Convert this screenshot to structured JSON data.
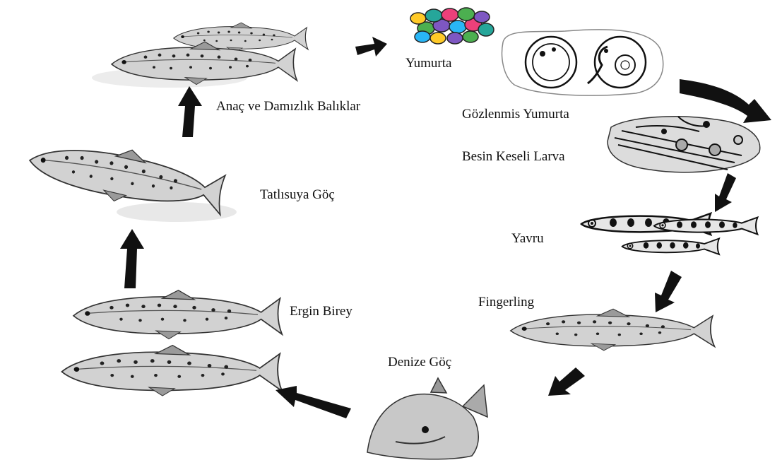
{
  "stages": {
    "yumurta": "Yumurta",
    "gozlenmis": "Gözlenmis Yumurta",
    "besin": "Besin Keseli Larva",
    "yavru": "Yavru",
    "fingerling": "Fingerling",
    "denize": "Denize Göç",
    "ergin": "Ergin Birey",
    "tatlisuya": "Tatlısuya Göç",
    "anac": "Anaç ve Damızlık Balıklar"
  },
  "icons": {
    "arrow": "arrow-icon",
    "fish": "trout-icon",
    "egg": "egg-icon",
    "larva": "larva-icon"
  },
  "colors": {
    "ink": "#111111",
    "fish_body": "#d2d2d2",
    "fish_dark": "#4a4a4a",
    "egg_colors": [
      "#4caf50",
      "#7e57c2",
      "#29b6f6",
      "#ec407a",
      "#ffca28",
      "#26a69a"
    ]
  }
}
